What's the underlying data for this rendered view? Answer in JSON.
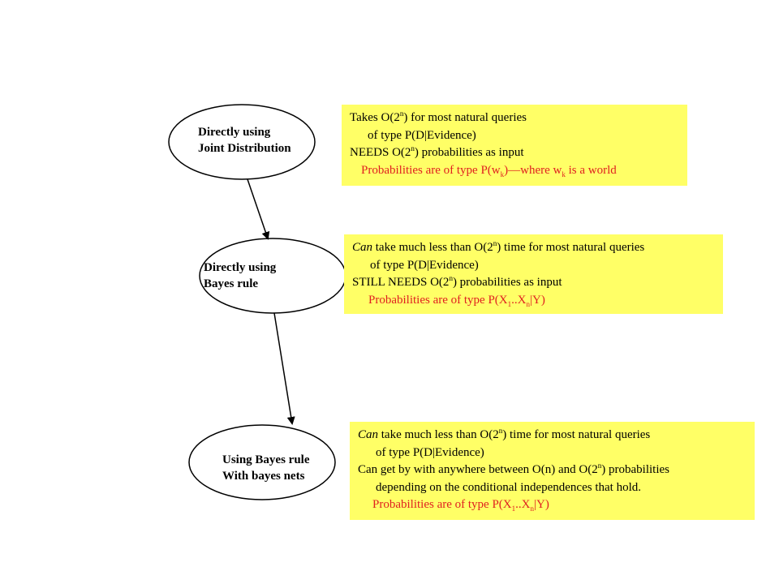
{
  "nodes": [
    {
      "id": "joint",
      "lines": [
        "Directly using",
        "Joint Distribution"
      ]
    },
    {
      "id": "bayes",
      "lines": [
        "Directly using",
        "Bayes rule"
      ]
    },
    {
      "id": "nets",
      "lines": [
        "Using Bayes rule",
        "With bayes nets"
      ]
    }
  ],
  "notes": {
    "joint": {
      "l1_pre": "Takes O(2",
      "l1_sup": "n",
      "l1_post": ") for most natural queries",
      "l2": "of type P(D|Evidence)",
      "l3_pre": "NEEDS O(2",
      "l3_sup": "n",
      "l3_post": ")  probabilities as input",
      "l4_a": "Probabilities are of type P(w",
      "l4_sub1": "k",
      "l4_b": ")—where w",
      "l4_sub2": "k",
      "l4_c": " is a world"
    },
    "bayes": {
      "l1_em": "Can",
      "l1_pre": " take much less than O(2",
      "l1_sup": "n",
      "l1_post": ") time for most natural queries",
      "l2": "of type P(D|Evidence)",
      "l3_pre": "STILL NEEDS O(2",
      "l3_sup": "n",
      "l3_post": ")  probabilities as input",
      "l4_a": "Probabilities are of type P(X",
      "l4_sub1": "1",
      "l4_b": "..X",
      "l4_sub2": "n",
      "l4_c": "|Y)"
    },
    "nets": {
      "l1_em": "Can",
      "l1_pre": " take much less than O(2",
      "l1_sup": "n",
      "l1_post": ") time for most natural queries",
      "l2": "of type P(D|Evidence)",
      "l3_pre": "Can get by with anywhere between O(n) and O(2",
      "l3_sup": "n",
      "l3_post": ") probabilities",
      "l4": "depending on the conditional independences that hold.",
      "l5_a": "Probabilities are of type P(X",
      "l5_sub1": "1",
      "l5_b": "..X",
      "l5_sub2": "n",
      "l5_c": "|Y)"
    }
  }
}
